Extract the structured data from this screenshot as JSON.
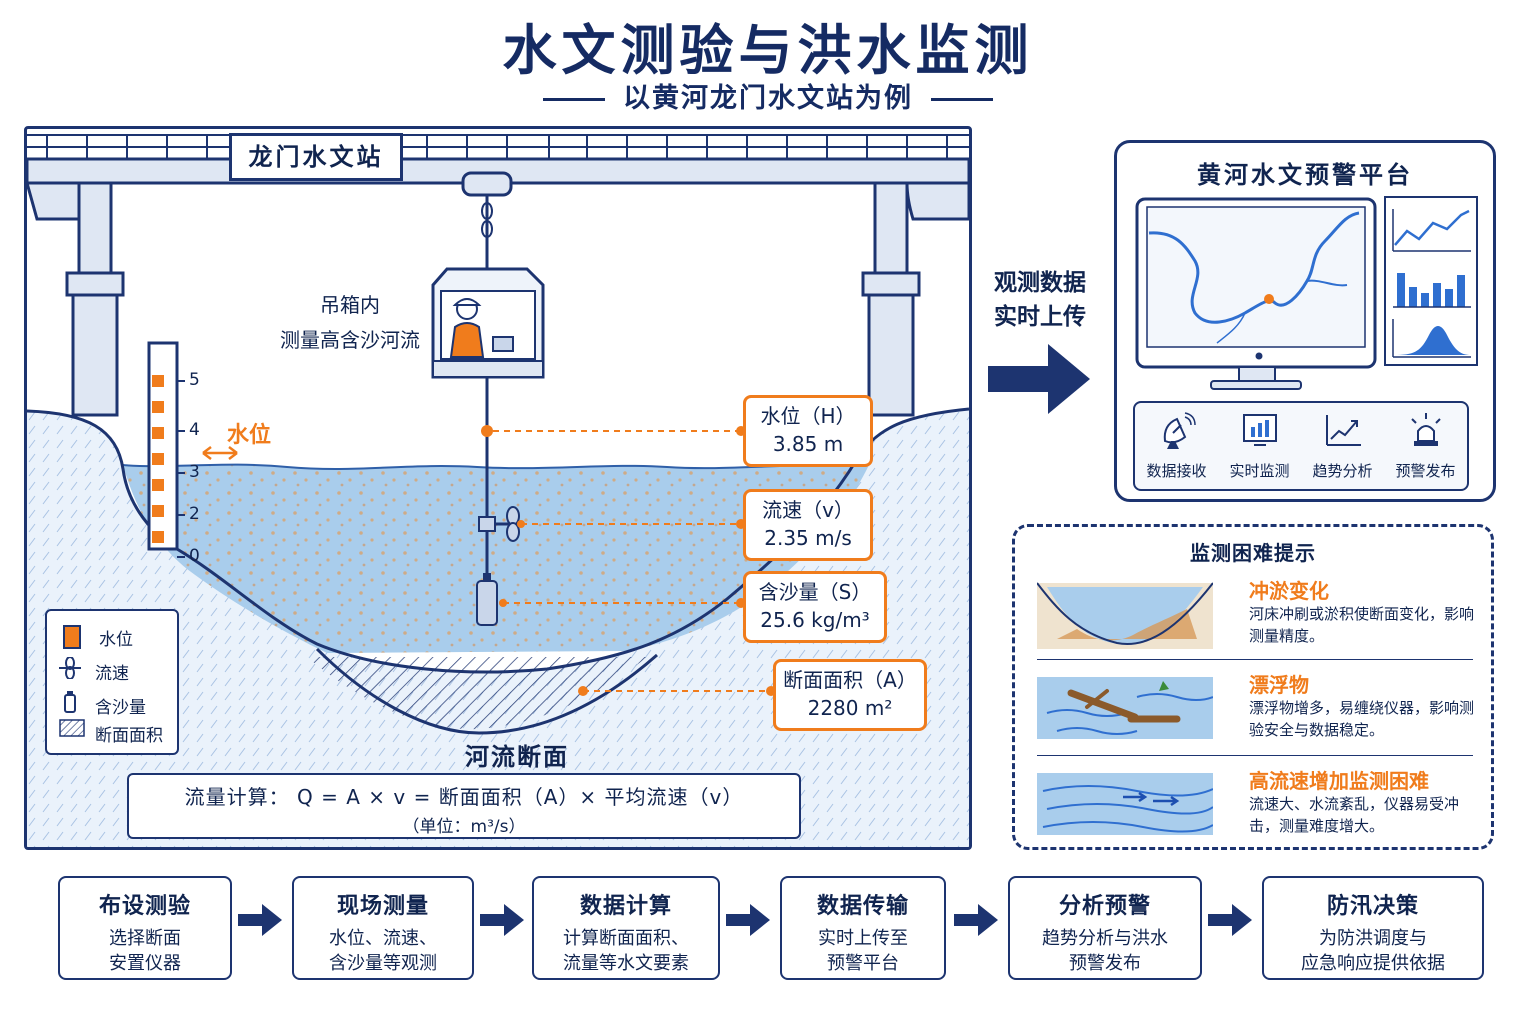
{
  "header": {
    "title": "水文测验与洪水监测",
    "subtitle": "以黄河龙门水文站为例"
  },
  "station": {
    "sign": "龙门水文站",
    "gondola_label_line1": "吊箱内",
    "gondola_label_line2": "测量高含沙河流",
    "water_level_label": "水位",
    "section_label": "河流断面",
    "scale_ticks": [
      "5",
      "4",
      "3",
      "2",
      "0"
    ]
  },
  "readouts": [
    {
      "label": "水位（H）",
      "value": "3.85 m"
    },
    {
      "label": "流速（v）",
      "value": "2.35 m/s"
    },
    {
      "label": "含沙量（S）",
      "value": "25.6 kg/m³"
    },
    {
      "label": "断面面积（A）",
      "value": "2280 m²"
    }
  ],
  "legend": {
    "items": [
      "水位",
      "流速",
      "含沙量",
      "断面面积"
    ]
  },
  "formula": {
    "main": "流量计算：  Q  =  A × v  =  断面面积（A）×  平均流速（v）",
    "unit": "（单位：m³/s）"
  },
  "upload": {
    "line1": "观测数据",
    "line2": "实时上传"
  },
  "platform": {
    "title": "黄河水文预警平台",
    "functions": [
      "数据接收",
      "实时监测",
      "趋势分析",
      "预警发布"
    ],
    "icons": [
      "satellite-dish-icon",
      "bar-chart-icon",
      "trend-line-icon",
      "alarm-light-icon"
    ]
  },
  "tips": {
    "title": "监测困难提示",
    "items": [
      {
        "heading": "冲淤变化",
        "desc": "河床冲刷或淤积使断面变化，影响测量精度。"
      },
      {
        "heading": "漂浮物",
        "desc": "漂浮物增多，易缠绕仪器，影响测验安全与数据稳定。"
      },
      {
        "heading": "高流速增加监测困难",
        "desc": "流速大、水流紊乱，仪器易受冲击，测量难度增大。"
      }
    ]
  },
  "workflow": [
    {
      "title": "布设测验",
      "line1": "选择断面",
      "line2": "安置仪器"
    },
    {
      "title": "现场测量",
      "line1": "水位、流速、",
      "line2": "含沙量等观测"
    },
    {
      "title": "数据计算",
      "line1": "计算断面面积、",
      "line2": "流量等水文要素"
    },
    {
      "title": "数据传输",
      "line1": "实时上传至",
      "line2": "预警平台"
    },
    {
      "title": "分析预警",
      "line1": "趋势分析与洪水",
      "line2": "预警发布"
    },
    {
      "title": "防汛决策",
      "line1": "为防洪调度与",
      "line2": "应急响应提供依据"
    }
  ],
  "colors": {
    "navy": "#1d3470",
    "orange": "#f07c1c",
    "water": "#a9cdec",
    "water_dark": "#6ea6da"
  }
}
